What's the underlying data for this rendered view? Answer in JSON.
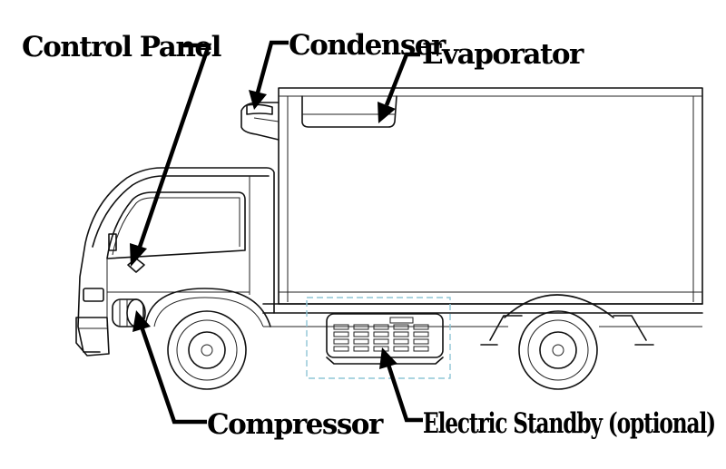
{
  "labels": {
    "control_panel": "Control Panel",
    "condenser": "Condenser",
    "evaporator": "Evaporator",
    "compressor": "Compressor",
    "electric_standby": "Electric Standby (optional)"
  },
  "colors": {
    "line": "#111111",
    "dashed_outline": "#8ec5d6",
    "background": "#ffffff"
  }
}
